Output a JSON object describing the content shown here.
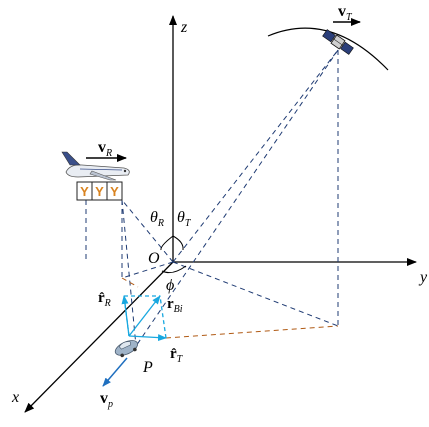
{
  "axes": {
    "x": "x",
    "y": "y",
    "z": "z"
  },
  "origin": "O",
  "angles": {
    "theta_R": {
      "base": "θ",
      "sub": "R"
    },
    "theta_T": {
      "base": "θ",
      "sub": "T"
    },
    "phi": "ϕ"
  },
  "vectors": {
    "v_R": {
      "base": "v",
      "sub": "R"
    },
    "v_T": {
      "base": "v",
      "sub": "T"
    },
    "v_p": {
      "base": "v",
      "sub": "p"
    },
    "r_R": {
      "base": "r̂",
      "sub": "R"
    },
    "r_T": {
      "base": "r̂",
      "sub": "T"
    },
    "r_Bi": {
      "base": "r",
      "sub": "Bi"
    }
  },
  "target_label": "P",
  "antenna_elements": [
    "Y",
    "Y",
    "Y"
  ],
  "colors": {
    "axis": "#000000",
    "dashed_blue": "#1f3b73",
    "dashed_orange": "#b05a14",
    "vector_cyan": "#18a8e0",
    "vector_blue": "#1f6fbf",
    "antenna_orange": "#d9831f"
  },
  "icons": [
    "aircraft-icon",
    "satellite-icon",
    "car-icon"
  ]
}
